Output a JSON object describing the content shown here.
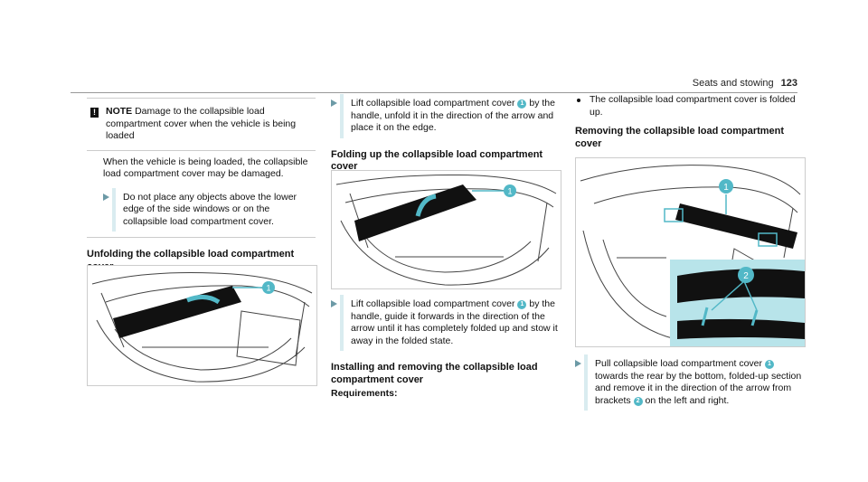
{
  "header": {
    "title": "Seats and stowing",
    "page": "123"
  },
  "col1": {
    "note_title": "NOTE",
    "note_heading": "Damage to the collapsible load compartment cover when the vehicle is being loaded",
    "note_text": "When the vehicle is being loaded, the collapsible load compartment cover may be damaged.",
    "note_step": "Do not place any objects above the lower edge of the side windows or on the collapsible load compartment cover.",
    "heading": "Unfolding the collapsible load compartment cover"
  },
  "col2": {
    "step1": "Lift collapsible load compartment cover",
    "step1b": "by the handle, unfold it in the direction of the arrow and place it on the edge.",
    "heading1": "Folding up the collapsible load compartment cover",
    "step2": "Lift collapsible load compartment cover",
    "step2b": "by the handle, guide it forwards in the direction of the arrow until it has completely folded up and stow it away in the folded state.",
    "heading2": "Installing and removing the collapsible load compartment cover",
    "req": "Requirements:"
  },
  "col3": {
    "bullet": "The collapsible load compartment cover is folded up.",
    "heading": "Removing the collapsible load compartment cover",
    "step": "Pull collapsible load compartment cover",
    "step_b": "towards the rear by the bottom, folded-up section and remove it in the direction of the arrow from brackets",
    "step_c": "on the left and right."
  },
  "callouts": {
    "one": "1",
    "two": "2"
  },
  "colors": {
    "accent": "#52b8c7",
    "bar": "#d9ecf0"
  }
}
